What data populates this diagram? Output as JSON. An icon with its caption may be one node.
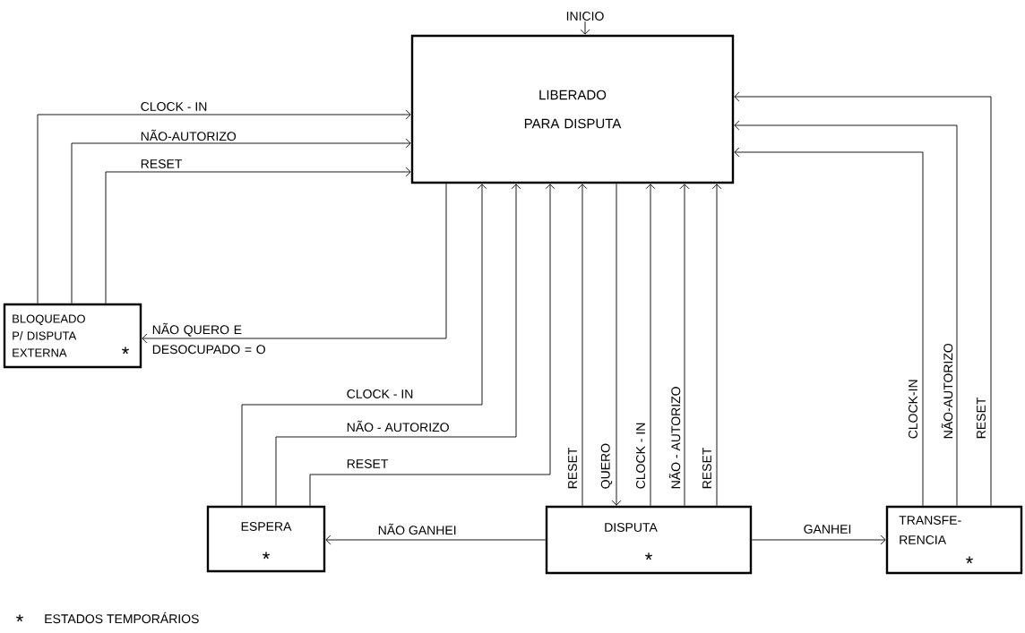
{
  "diagram": {
    "nodes": [
      {
        "text": [
          "INICIO"
        ]
      },
      {
        "text": [
          "LIBERADO PARA DISPUTA"
        ]
      },
      {
        "text": [
          "BLOQUEADO P/ DISPUTA EXTERNA",
          "*"
        ]
      },
      {
        "text": [
          "ESPERA",
          "*"
        ]
      },
      {
        "text": [
          "DISPUTA",
          "*"
        ]
      },
      {
        "text": [
          "TRANSFE- RENCIA",
          "*"
        ]
      }
    ],
    "edges": [
      {
        "from": 0,
        "to": 1,
        "arrow": "to"
      },
      {
        "from": 2,
        "to": 1,
        "arrow": "to",
        "label": "CLOCK - IN"
      },
      {
        "from": 2,
        "to": 1,
        "arrow": "to",
        "label": "NÃO-AUTORIZO"
      },
      {
        "from": 2,
        "to": 1,
        "arrow": "to",
        "label": "RESET"
      },
      {
        "from": 1,
        "to": 2,
        "arrow": "to",
        "label": "NÃO QUERO E DESOCUPADO = O"
      },
      {
        "from": 3,
        "to": 1,
        "arrow": "to",
        "label": "CLOCK - IN"
      },
      {
        "from": 3,
        "to": 1,
        "arrow": "to",
        "label": "NÃO - AUTORIZO"
      },
      {
        "from": 3,
        "to": 1,
        "arrow": "to",
        "label": "RESET"
      },
      {
        "from": 4,
        "to": 1,
        "arrow": "to",
        "label": "RESET"
      },
      {
        "from": 1,
        "to": 4,
        "arrow": "to",
        "label": "QUERO"
      },
      {
        "from": 4,
        "to": 1,
        "arrow": "to",
        "label": "CLOCK - IN"
      },
      {
        "from": 4,
        "to": 1,
        "arrow": "to",
        "label": "NÃO - AUTORIZO"
      },
      {
        "from": 4,
        "to": 1,
        "arrow": "to",
        "label": "RESET"
      },
      {
        "from": 4,
        "to": 3,
        "arrow": "to",
        "label": "NÃO GANHEI"
      },
      {
        "from": 4,
        "to": 5,
        "arrow": "to",
        "label": "GANHEI"
      },
      {
        "from": 5,
        "to": 1,
        "arrow": "to",
        "label": "CLOCK-IN"
      },
      {
        "from": 5,
        "to": 1,
        "arrow": "to",
        "label": "NÃO-AUTORIZO"
      },
      {
        "from": 5,
        "to": 1,
        "arrow": "to",
        "label": "RESET"
      }
    ],
    "labels": [
      "*"
    ],
    "legend": [
      {
        "text": "ESTADOS TEMPORÁRIOS"
      }
    ]
  }
}
